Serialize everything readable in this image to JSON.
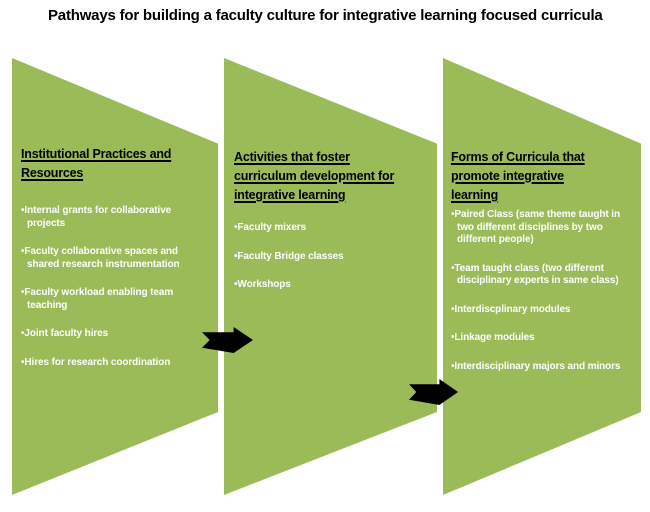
{
  "title": "Pathways for building a faculty culture for integrative learning focused curricula",
  "colors": {
    "panel_green": "#9bbb59",
    "arrow_black": "#000000",
    "heading_text": "#000000",
    "bullet_text": "#ffffff",
    "background": "#ffffff"
  },
  "panels": [
    {
      "id": "institutional-practices",
      "heading": "Institutional Practices and Resources",
      "heading_lines": [
        "Institutional Practices and",
        "Resources"
      ],
      "bullets": [
        "Internal grants for collaborative projects",
        "Faculty collaborative spaces and shared research instrumentation",
        "Faculty workload enabling team teaching",
        "Joint faculty hires",
        "Hires for research coordination"
      ]
    },
    {
      "id": "activities-curriculum-development",
      "heading": "Activities that foster curriculum development for integrative learning",
      "heading_lines": [
        "Activities that foster",
        "curriculum development for",
        "integrative learning"
      ],
      "bullets": [
        "Faculty mixers",
        "Faculty Bridge classes",
        "Workshops"
      ]
    },
    {
      "id": "forms-of-curricula",
      "heading": "Forms of Curricula that promote integrative learning",
      "heading_lines": [
        "Forms of Curricula that",
        "promote integrative",
        "learning"
      ],
      "bullets": [
        "Paired Class (same theme taught in two different disciplines by two different people)",
        "Team taught class (two different disciplinary experts in same class)",
        "Interdiscplinary modules",
        "Linkage modules",
        "Interdisciplinary majors and minors"
      ]
    }
  ],
  "arrows": [
    {
      "direction": "right"
    },
    {
      "direction": "right"
    }
  ]
}
